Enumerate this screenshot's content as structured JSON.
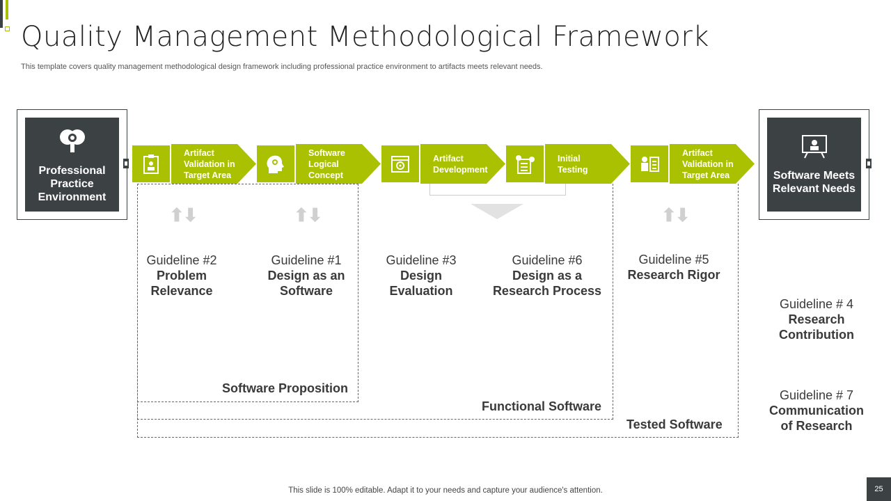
{
  "page": {
    "title": "Quality Management Methodological Framework",
    "subtitle": "This template covers quality management methodological design framework including professional practice environment to artifacts meets relevant needs.",
    "footer": "This slide is 100% editable. Adapt it to your needs and capture your audience's attention.",
    "page_number": "25"
  },
  "colors": {
    "accent": "#a9c100",
    "dark": "#3c4244",
    "arrow_gray": "#d0d0d0"
  },
  "left_box": {
    "label": "Professional Practice Environment",
    "icon": "brain-gear-icon"
  },
  "right_box": {
    "label": "Software Meets Relevant Needs",
    "icon": "presentation-board-icon"
  },
  "steps": [
    {
      "label": "Artifact Validation in Target Area",
      "icon": "clipboard-user-icon"
    },
    {
      "label": "Software Logical Concept",
      "icon": "head-gears-icon"
    },
    {
      "label": "Artifact Development",
      "icon": "browser-gear-icon"
    },
    {
      "label": "Initial Testing",
      "icon": "checklist-gear-icon"
    },
    {
      "label": "Artifact Validation in Target Area",
      "icon": "person-checklist-icon"
    }
  ],
  "guidelines": [
    {
      "number": "Guideline #2",
      "name": "Problem Relevance"
    },
    {
      "number": "Guideline #1",
      "name": "Design as an Software"
    },
    {
      "number": "Guideline #3",
      "name": "Design Evaluation"
    },
    {
      "number": "Guideline #6",
      "name": "Design as a Research Process"
    },
    {
      "number": "Guideline #5",
      "name": "Research Rigor"
    },
    {
      "number": "Guideline # 4",
      "name": "Research Contribution"
    },
    {
      "number": "Guideline # 7",
      "name": "Communication of Research"
    }
  ],
  "groups": {
    "software_proposition": "Software Proposition",
    "functional_software": "Functional Software",
    "tested_software": "Tested Software"
  }
}
